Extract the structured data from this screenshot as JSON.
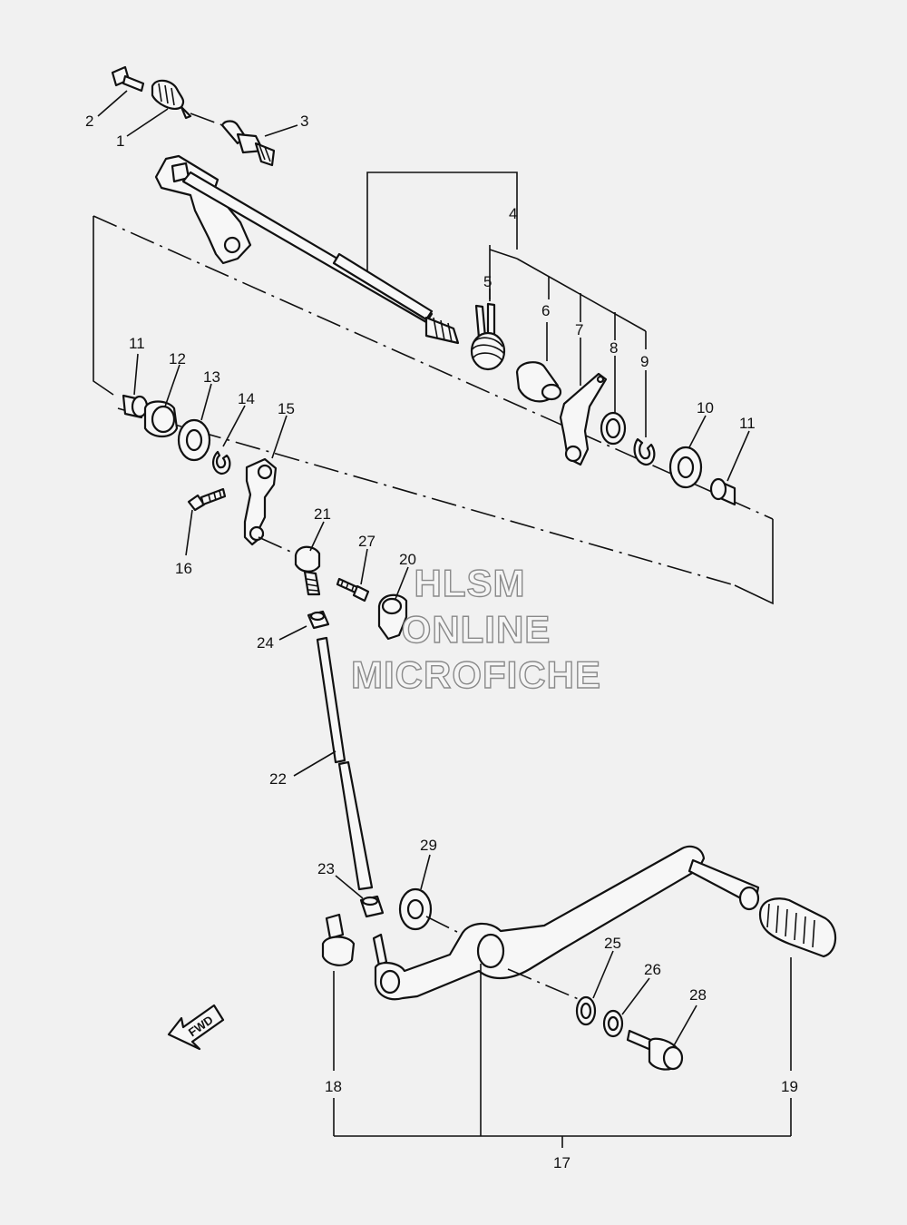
{
  "callouts": {
    "c1": "1",
    "c2": "2",
    "c3": "3",
    "c4": "4",
    "c5": "5",
    "c6": "6",
    "c7": "7",
    "c8": "8",
    "c9": "9",
    "c10": "10",
    "c11a": "11",
    "c11b": "11",
    "c12": "12",
    "c13": "13",
    "c14": "14",
    "c15": "15",
    "c16": "16",
    "c17": "17",
    "c18": "18",
    "c19": "19",
    "c20": "20",
    "c21": "21",
    "c22": "22",
    "c23": "23",
    "c24": "24",
    "c25": "25",
    "c26": "26",
    "c27": "27",
    "c28": "28",
    "c29": "29"
  },
  "watermark": {
    "line1": "HLSM",
    "line2": "ONLINE",
    "line3": "MICROFICHE"
  },
  "direction_badge": "FWD",
  "colors": {
    "line": "#111111",
    "background": "#f1f1f1",
    "watermark_stroke": "#8a8a8a"
  }
}
